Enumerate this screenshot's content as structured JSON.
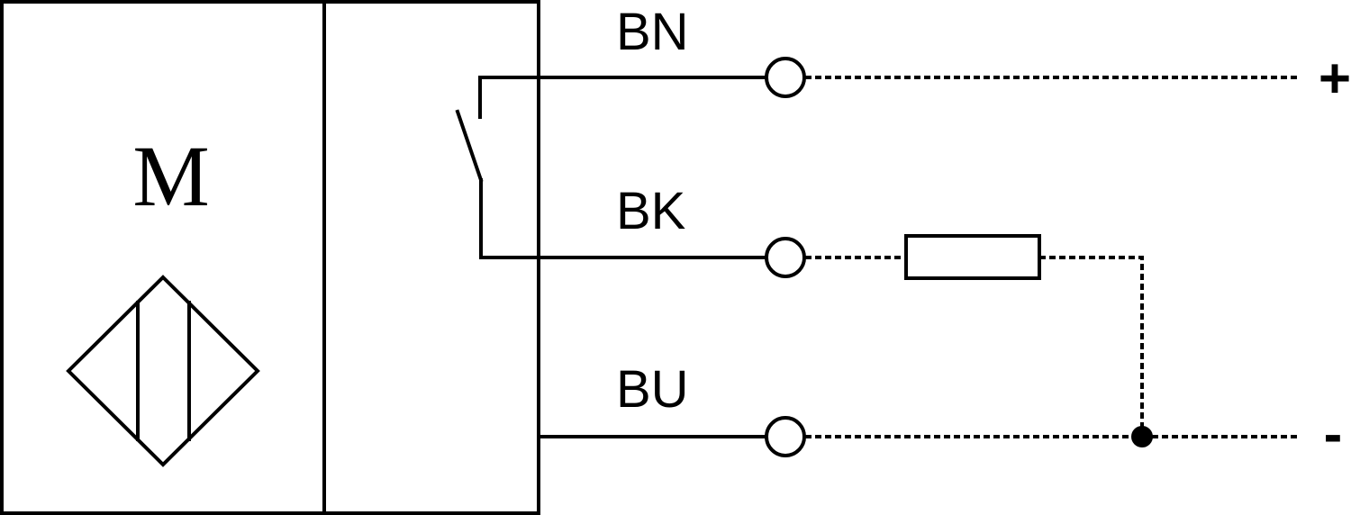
{
  "sensor": {
    "letter": "M",
    "symbol_icon": "inductive-sensor-coil-icon"
  },
  "wires": [
    {
      "label": "BN"
    },
    {
      "label": "BK"
    },
    {
      "label": "BU"
    }
  ],
  "poles": {
    "positive": "+",
    "negative": "-"
  },
  "colors": {
    "line": "#000000",
    "background": "#ffffff"
  }
}
